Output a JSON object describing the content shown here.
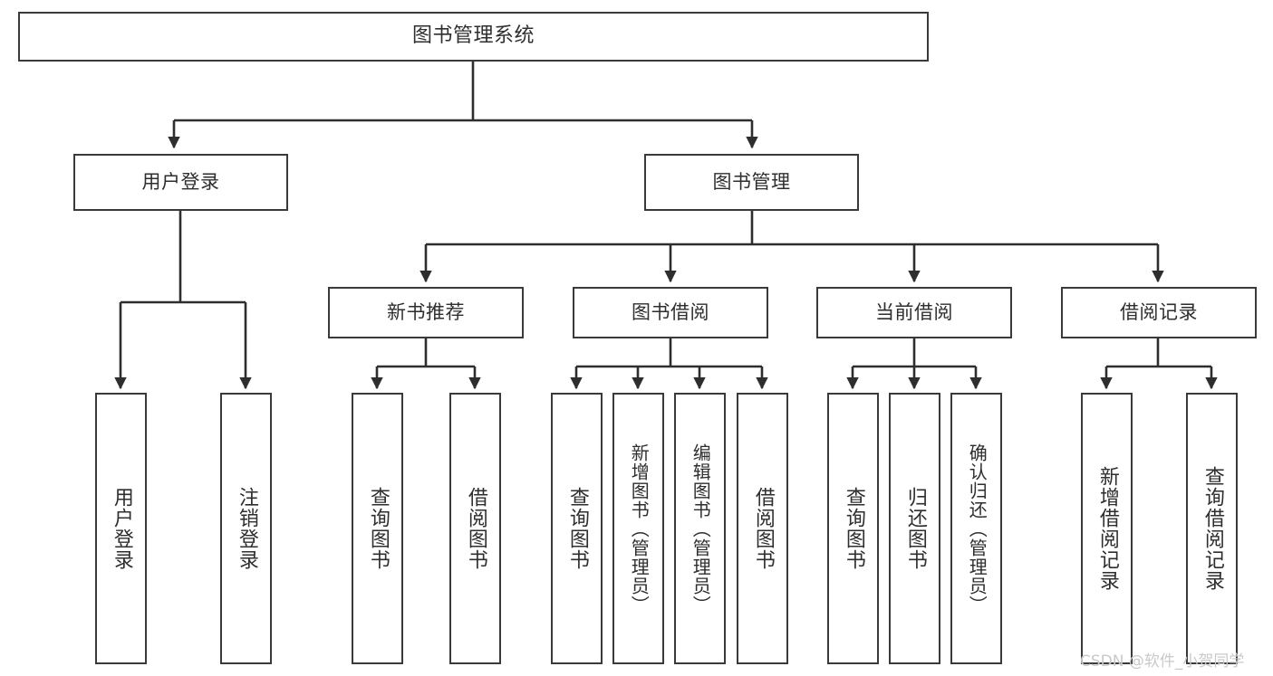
{
  "diagram": {
    "title": "图书管理系统",
    "type": "tree-hierarchy",
    "root": {
      "label": "图书管理系统"
    },
    "level2": [
      {
        "label": "用户登录"
      },
      {
        "label": "图书管理"
      }
    ],
    "level3": [
      {
        "label": "新书推荐"
      },
      {
        "label": "图书借阅"
      },
      {
        "label": "当前借阅"
      },
      {
        "label": "借阅记录"
      }
    ],
    "leaves": {
      "user_login": [
        {
          "label": "用户登录"
        },
        {
          "label": "注销登录"
        }
      ],
      "new_book_recommend": [
        {
          "label": "查询图书"
        },
        {
          "label": "借阅图书"
        }
      ],
      "book_borrow": [
        {
          "label": "查询图书"
        },
        {
          "label": "新增图书（管理员）"
        },
        {
          "label": "编辑图书（管理员）"
        },
        {
          "label": "借阅图书"
        }
      ],
      "current_borrow": [
        {
          "label": "查询图书"
        },
        {
          "label": "归还图书"
        },
        {
          "label": "确认归还（管理员）"
        }
      ],
      "borrow_record": [
        {
          "label": "新增借阅记录"
        },
        {
          "label": "查询借阅记录"
        }
      ]
    }
  },
  "watermark": {
    "text": "CSDN @软件_小贺同学"
  },
  "colors": {
    "border": "#3a3a3a",
    "text": "#2e2e2e",
    "background": "#ffffff",
    "watermark": "#c9c9c9"
  }
}
